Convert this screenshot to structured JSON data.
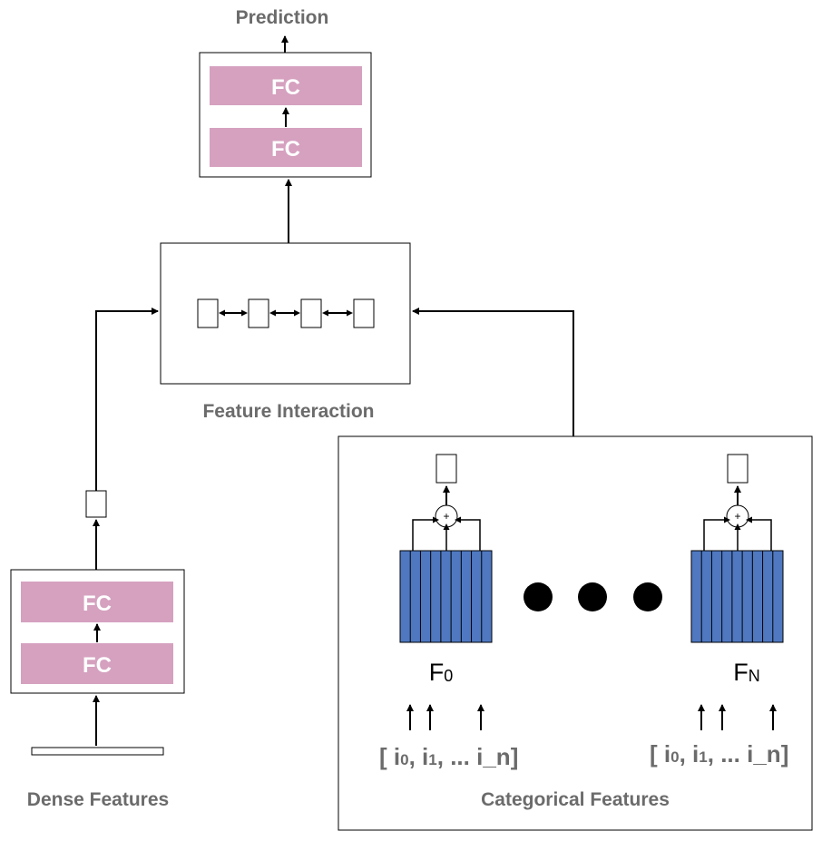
{
  "labels": {
    "prediction": "Prediction",
    "feature_interaction": "Feature Interaction",
    "dense_features": "Dense Features",
    "categorical_features": "Categorical Features"
  },
  "top_mlp": {
    "layers": [
      "FC",
      "FC"
    ]
  },
  "bottom_mlp": {
    "layers": [
      "FC",
      "FC"
    ]
  },
  "embedding_tables": [
    {
      "name": "F",
      "subscript": "0",
      "lookup": {
        "i0": "i",
        "i0_sub": "0",
        "i1": "i",
        "i1_sub": "1",
        "dots": "...",
        "last": "i_n"
      },
      "sum_symbol": "+"
    },
    {
      "name": "F",
      "subscript": "N",
      "lookup": {
        "i0": "i",
        "i0_sub": "0",
        "i1": "i",
        "i1_sub": "1",
        "dots": "...",
        "last": "i_n"
      },
      "sum_symbol": "+"
    }
  ],
  "colors": {
    "fc_fill": "#d5a1bf",
    "embedding_fill": "#4f78c1",
    "label_gray": "#6b6b6b",
    "stroke": "#000000"
  }
}
